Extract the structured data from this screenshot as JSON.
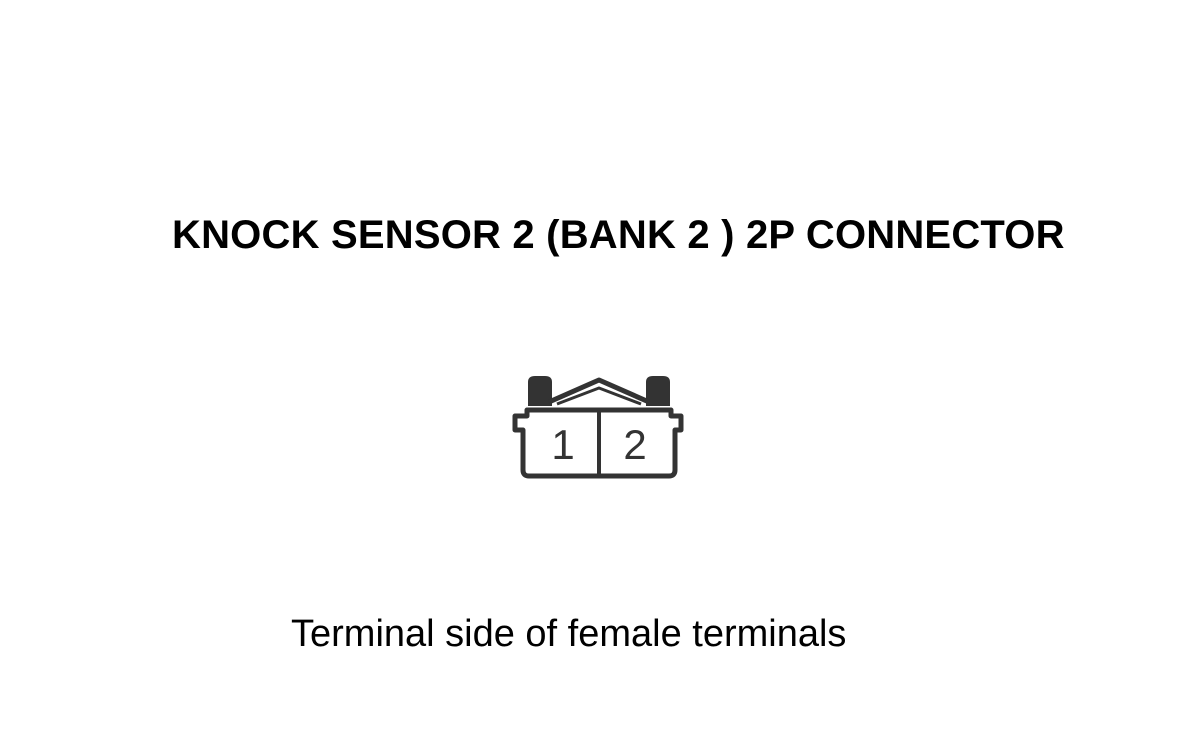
{
  "diagram": {
    "title": "KNOCK SENSOR 2 (BANK 2 ) 2P CONNECTOR",
    "caption": "Terminal side of female terminals",
    "connector": {
      "terminals": [
        {
          "label": "1"
        },
        {
          "label": "2"
        }
      ]
    }
  },
  "colors": {
    "line": "#333333",
    "text": "#000000",
    "background": "#ffffff"
  }
}
